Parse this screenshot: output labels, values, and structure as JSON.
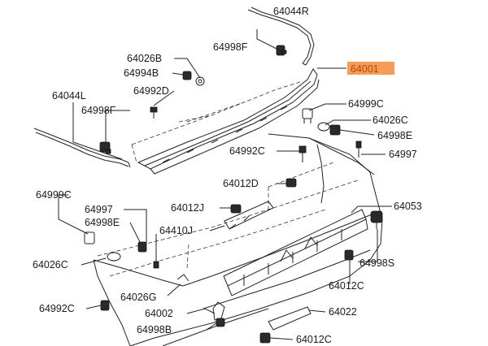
{
  "highlight": {
    "label": "64001",
    "color": "#f28b3b"
  },
  "labels": {
    "p64044R": "64044R",
    "p64998F_top": "64998F",
    "p64026B": "64026B",
    "p64994B": "64994B",
    "p64992D": "64992D",
    "p64044L": "64044L",
    "p64998F_left": "64998F",
    "p64999C_right": "64999C",
    "p64026C_right": "64026C",
    "p64998E_right": "64998E",
    "p64992C_mid": "64992C",
    "p64997_right": "64997",
    "p64012D": "64012D",
    "p64999C_left": "64999C",
    "p64997_left": "64997",
    "p64012J": "64012J",
    "p64053": "64053",
    "p64998E_left": "64998E",
    "p64410J": "64410J",
    "p64026C_left": "64026C",
    "p64998S": "64998S",
    "p64012C_right": "64012C",
    "p64026G": "64026G",
    "p64992C_bottom": "64992C",
    "p64002": "64002",
    "p64022": "64022",
    "p64998B": "64998B",
    "p64012C_bottom": "64012C"
  }
}
